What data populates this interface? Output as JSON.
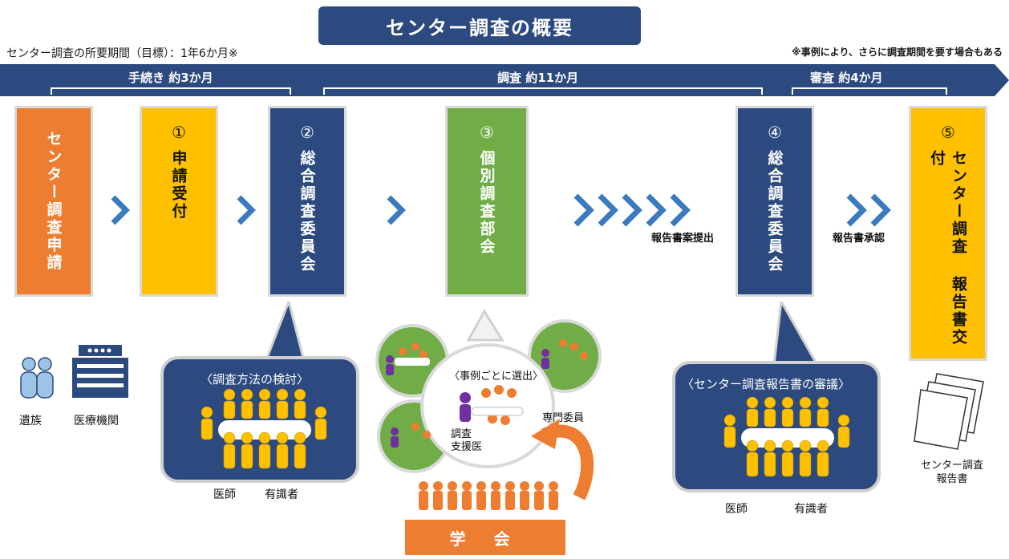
{
  "title": "センター調査の概要",
  "period_note": "センター調査の所要期間（目標）：1年6か月※",
  "footnote": "※事例により、さらに調査期間を要す場合もある",
  "bands": {
    "procedure": "手続き 約3か月",
    "investigation": "調査 約11か月",
    "review": "審査 約4か月"
  },
  "phases": {
    "request": {
      "num": "",
      "text": "センター調査申請"
    },
    "accept": {
      "num": "①",
      "text": "申請受付"
    },
    "committee1": {
      "num": "②",
      "text": "総合調査委員会"
    },
    "subcommittee": {
      "num": "③",
      "text": "個別調査部会"
    },
    "committee2": {
      "num": "④",
      "text": "総合調査委員会"
    },
    "delivery": {
      "num": "⑤",
      "text": "センター調査 報告書交付"
    }
  },
  "labels": {
    "draft_submit": "報告書案提出",
    "approve": "報告書承認"
  },
  "bottom": {
    "family": "遺族",
    "hospital": "医療機関",
    "bubble1_title": "〈調査方法の検討〉",
    "doctor": "医師",
    "expert": "有識者",
    "center_title": "〈事例ごとに選出〉",
    "specialist": "専門委員",
    "support_doctor": "調査\n支援医",
    "gakkai": "学 会",
    "bubble2_title": "〈センター調査報告書の審議〉",
    "doctor2": "医師",
    "expert2": "有識者",
    "report": "センター調査\n報告書"
  },
  "colors": {
    "navy": "#2c4a7f",
    "orange": "#ed7d31",
    "yellow": "#ffc000",
    "green": "#70ad47"
  }
}
